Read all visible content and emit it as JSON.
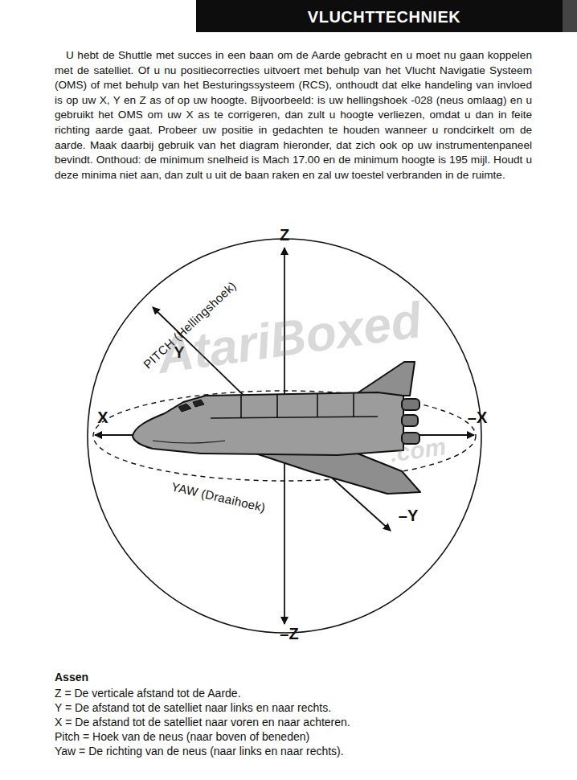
{
  "diagram": {
    "title": "VLUCHTTECHNIEK",
    "labels": [
      "U hebt de Shuttle met succes in een baan om de Aarde gebracht en u moet nu gaan koppelen met de satelliet. Of u nu positiecorrecties uitvoert met behulp van het Vlucht Navigatie Systeem (OMS) of met behulp van het Besturingssysteem (RCS), onthoudt dat elke handeling van invloed is op uw X, Y en Z as of op uw hoogte. Bijvoorbeeld: is uw hellingshoek -028 (neus omlaag) en u gebruikt het OMS om uw X as te corrigeren, dan zult u hoogte verliezen, omdat u dan in feite richting aarde gaat. Probeer uw positie in gedachten te houden wanneer u rondcirkelt om de aarde. Maak daarbij gebruik van het diagram hieronder, dat zich ook op uw instrumentenpaneel bevindt. Onthoud: de minimum snelheid is Mach 17.00 en de minimum hoogte is 195 mijl. Houdt u deze minima niet aan, dan zult u uit de baan raken en zal uw toestel verbranden in de ruimte.",
      "Z",
      "PITCH (Hellingshoek)",
      "Y",
      "X",
      "–X",
      "YAW (Draaihoek)",
      "–Y",
      "–Z",
      "Assen",
      "Z = De verticale afstand tot de Aarde.",
      "Y = De afstand tot de satelliet naar links en naar rechts.",
      "X = De afstand tot de satelliet naar voren en naar achteren.",
      "Pitch = Hoek van de neus (naar boven of beneden)",
      "Yaw = De richting van de neus (naar links en naar rechts).",
      "AtariBoxed",
      ".com"
    ]
  }
}
